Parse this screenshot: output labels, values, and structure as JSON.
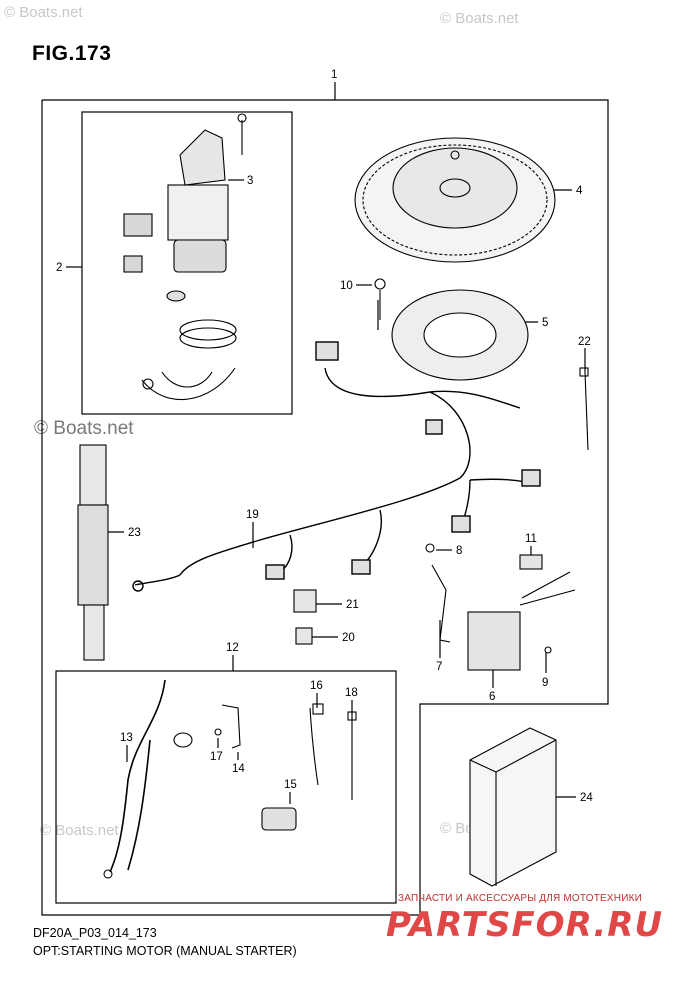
{
  "figure_title": "FIG.173",
  "watermarks": [
    "© Boats.net",
    "© Boats.net",
    "© Boats.net",
    "© Boats.net",
    "© Boats.net"
  ],
  "drawing_code": "DF20A_P03_014_173",
  "caption": "OPT:STARTING MOTOR (MANUAL STARTER)",
  "partsfor": {
    "tagline": "ЗАПЧАСТИ И АКСЕССУАРЫ ДЛЯ МОТОТЕХНИКИ",
    "logo": "PARTSFOR.RU"
  },
  "callouts": {
    "c1": "1",
    "c2": "2",
    "c3": "3",
    "c4": "4",
    "c5": "5",
    "c6": "6",
    "c7": "7",
    "c8": "8",
    "c9": "9",
    "c10": "10",
    "c11": "11",
    "c12": "12",
    "c13": "13",
    "c14": "14",
    "c15": "15",
    "c16": "16",
    "c17": "17",
    "c18": "18",
    "c19": "19",
    "c20": "20",
    "c21": "21",
    "c22": "22",
    "c23": "23",
    "c24": "24"
  },
  "colors": {
    "ink": "#000000",
    "watermark": "#c8c8c8",
    "brand_red": "#e04848"
  }
}
